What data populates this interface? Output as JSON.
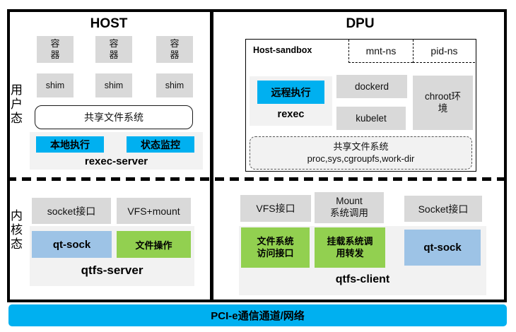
{
  "diagram_title": "HOST-DPU qtfs/rexec architecture",
  "colors": {
    "accent_cyan": "#00b0f0",
    "light_blue": "#9dc3e6",
    "green": "#92d050",
    "gray_box": "#d9d9d9",
    "panel_gray": "#f2f2f2",
    "border": "#000000"
  },
  "host": {
    "title": "HOST",
    "user_zone": {
      "mode_label": "用户态",
      "containers": [
        "容\n器",
        "容\n器",
        "容\n器"
      ],
      "shims": [
        "shim",
        "shim",
        "shim"
      ],
      "shared_fs_label": "共享文件系统",
      "rexec_server": {
        "label": "rexec-server",
        "local_exec": "本地执行",
        "status_monitor": "状态监控"
      }
    },
    "kernel_zone": {
      "mode_label": "内核态",
      "socket_if": "socket接口",
      "vfs_mount": "VFS+mount",
      "qtfs_server": {
        "label": "qtfs-server",
        "qt_sock": "qt-sock",
        "file_ops": "文件操作"
      }
    }
  },
  "dpu": {
    "title": "DPU",
    "host_sandbox": {
      "label": "Host-sandbox",
      "mnt_ns": "mnt-ns",
      "pid_ns": "pid-ns",
      "rexec": {
        "label": "rexec",
        "remote_exec": "远程执行"
      },
      "dockerd": "dockerd",
      "kubelet": "kubelet",
      "chroot": "chroot环\n境",
      "shared_fs": "共享文件系统\nproc,sys,cgroupfs,work-dir"
    },
    "kernel_zone": {
      "vfs_if": "VFS接口",
      "mount_syscall": "Mount\n系统调用",
      "socket_if": "Socket接口",
      "qtfs_client": {
        "label": "qtfs-client",
        "fs_access_if": "文件系统\n访问接口",
        "mount_forward": "挂载系统调\n用转发",
        "qt_sock": "qt-sock"
      }
    }
  },
  "bottom_bar": {
    "label": "PCI-e通信通道/网络"
  }
}
